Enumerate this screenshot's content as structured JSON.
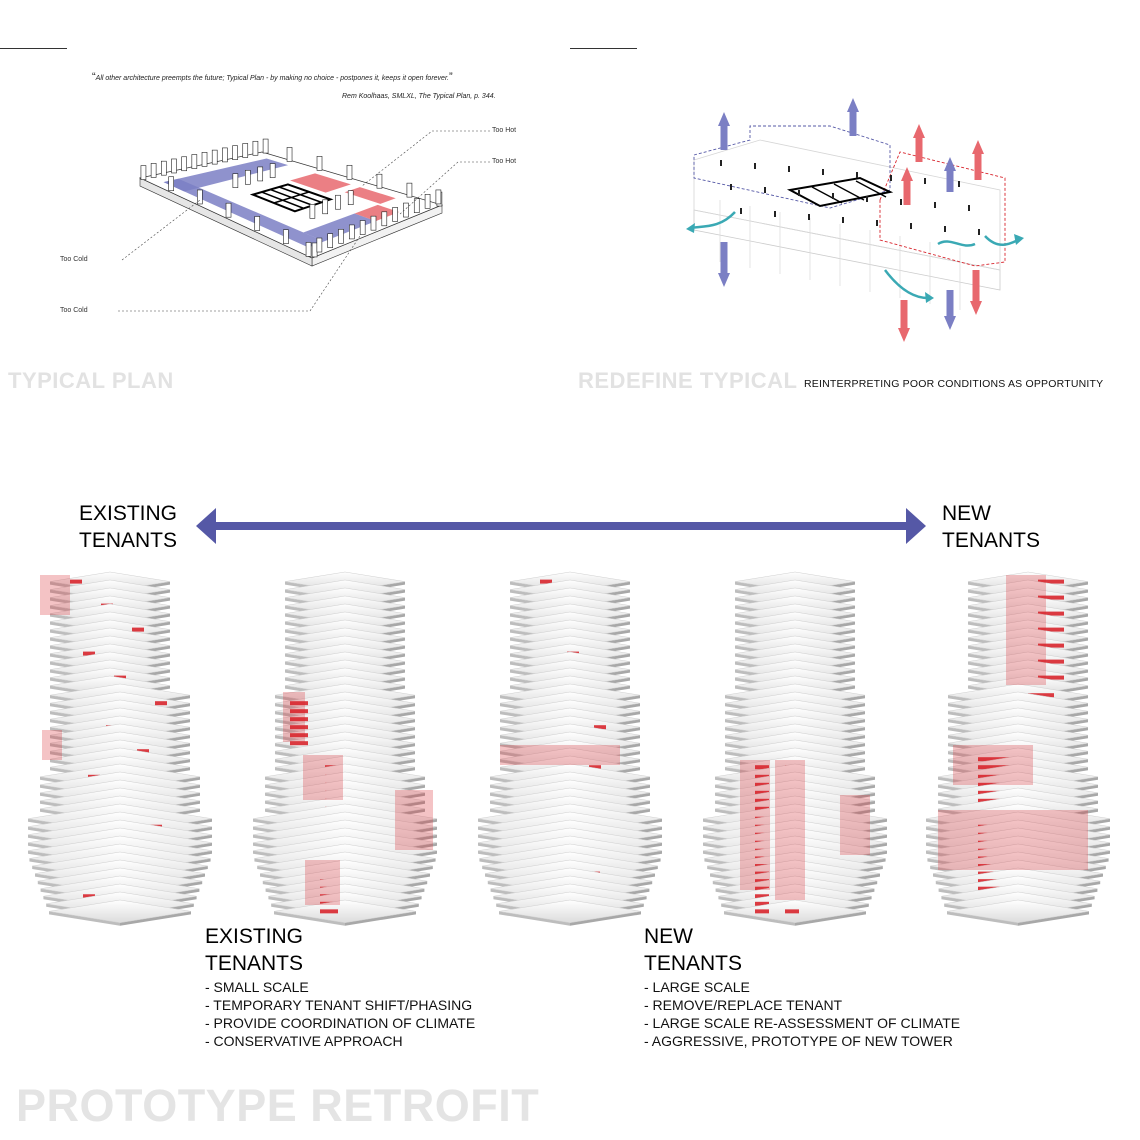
{
  "top_left": {
    "quote": "All other architecture preempts the future; Typical Plan - by making no choice - postpones it, keeps it open forever.",
    "attribution": "Rem Koolhaas, SMLXL, The Typical Plan, p. 344.",
    "callouts": {
      "too_hot_1": "Too Hot",
      "too_hot_2": "Too Hot",
      "too_cold_1": "Too Cold",
      "too_cold_2": "Too Cold"
    },
    "ghost_title": "TYPICAL PLAN"
  },
  "top_right": {
    "ghost_title": "REDEFINE TYPICAL",
    "subtitle": "REINTERPRETING POOR CONDITIONS AS OPPORTUNITY"
  },
  "spectrum": {
    "left_label_line1": "EXISTING",
    "left_label_line2": "TENANTS",
    "right_label_line1": "NEW",
    "right_label_line2": "TENANTS"
  },
  "existing_block": {
    "title_line1": "EXISTING",
    "title_line2": "TENANTS",
    "items": [
      "- SMALL SCALE",
      "- TEMPORARY TENANT SHIFT/PHASING",
      "- PROVIDE COORDINATION OF CLIMATE",
      "- CONSERVATIVE APPROACH"
    ]
  },
  "new_block": {
    "title_line1": "NEW",
    "title_line2": "TENANTS",
    "items": [
      "- LARGE SCALE",
      "- REMOVE/REPLACE TENANT",
      "- LARGE SCALE RE-ASSESSMENT OF CLIMATE",
      "- AGGRESSIVE, PROTOTYPE OF NEW TOWER"
    ]
  },
  "footer": {
    "ghost_title": "PROTOTYPE RETROFIT"
  },
  "colors": {
    "cold_blue": "#7b7fc4",
    "hot_red": "#e8686e",
    "arrow_blue": "#5558a6",
    "teal": "#3aa9b4",
    "tenant_red": "#d8262e"
  }
}
